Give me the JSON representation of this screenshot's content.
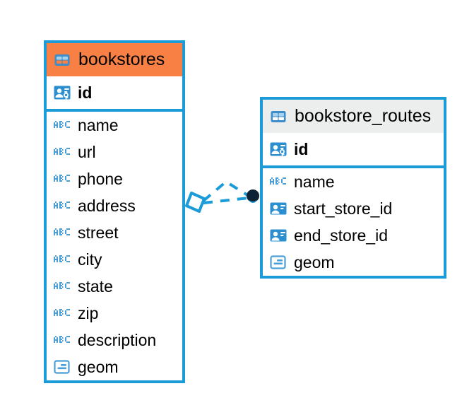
{
  "diagram": {
    "type": "entity-relationship-diagram",
    "background_color": "#ffffff",
    "accent_color": "#1b9bd8",
    "highlight_color": "#f98044",
    "header_neutral_color": "#eceded",
    "entities": [
      {
        "name": "bookstores",
        "header_icon": "table-icon",
        "header_style": "highlighted",
        "primary_key": [
          {
            "label": "id",
            "icon": "primary-key-icon",
            "type": "pk"
          }
        ],
        "fields": [
          {
            "label": "name",
            "icon": "text-type-icon",
            "type": "text"
          },
          {
            "label": "url",
            "icon": "text-type-icon",
            "type": "text"
          },
          {
            "label": "phone",
            "icon": "text-type-icon",
            "type": "text"
          },
          {
            "label": "address",
            "icon": "text-type-icon",
            "type": "text"
          },
          {
            "label": "street",
            "icon": "text-type-icon",
            "type": "text"
          },
          {
            "label": "city",
            "icon": "text-type-icon",
            "type": "text"
          },
          {
            "label": "state",
            "icon": "text-type-icon",
            "type": "text"
          },
          {
            "label": "zip",
            "icon": "text-type-icon",
            "type": "text"
          },
          {
            "label": "description",
            "icon": "text-type-icon",
            "type": "text"
          },
          {
            "label": "geom",
            "icon": "geometry-type-icon",
            "type": "geometry"
          }
        ]
      },
      {
        "name": "bookstore_routes",
        "header_icon": "table-icon",
        "header_style": "neutral",
        "primary_key": [
          {
            "label": "id",
            "icon": "primary-key-icon",
            "type": "pk"
          }
        ],
        "fields": [
          {
            "label": "name",
            "icon": "text-type-icon",
            "type": "text"
          },
          {
            "label": "start_store_id",
            "icon": "foreign-key-icon",
            "type": "fk"
          },
          {
            "label": "end_store_id",
            "icon": "foreign-key-icon",
            "type": "fk"
          },
          {
            "label": "geom",
            "icon": "geometry-type-icon",
            "type": "geometry"
          }
        ]
      }
    ],
    "relationship": {
      "source_marker": "diamond-marker",
      "target_marker": "filled-circle-marker",
      "line_style": "dashed",
      "line_color": "#1b9bd8",
      "target_marker_color": "#0d2235"
    }
  }
}
